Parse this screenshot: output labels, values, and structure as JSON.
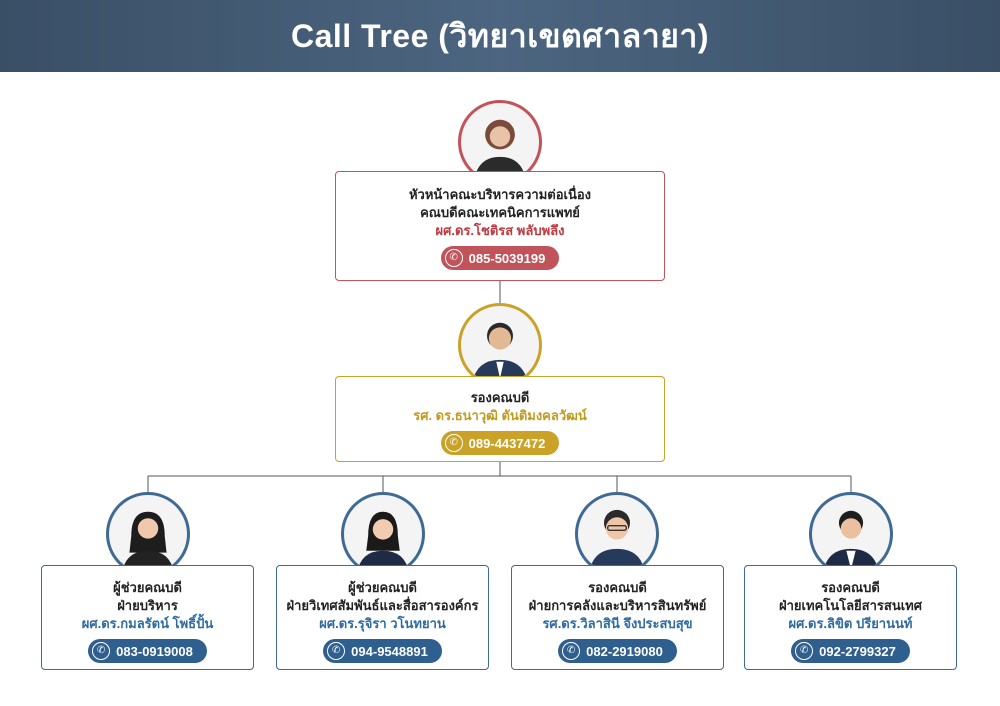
{
  "header": {
    "title": "Call Tree (วิทยาเขตศาลายา)"
  },
  "top": {
    "role_line1": "หัวหน้าคณะบริหารความต่อเนื่อง",
    "role_line2": "คณบดีคณะเทคนิคการแพทย์",
    "name": "ผศ.ดร.โชติรส พลับพลึง",
    "phone": "085-5039199",
    "photo_icon": "person-photo-icon",
    "accent": "#c0545a"
  },
  "middle": {
    "role_line1": "รองคณบดี",
    "name": "รศ. ดร.ธนาวุฒิ ตันติมงคลวัฒน์",
    "phone": "089-4437472",
    "photo_icon": "person-photo-icon",
    "accent": "#c9a227"
  },
  "bottom": [
    {
      "role_line1": "ผู้ช่วยคณบดี",
      "role_line2": "ฝ่ายบริหาร",
      "name": "ผศ.ดร.กมลรัตน์ โพธิ์ปั้น",
      "phone": "083-0919008"
    },
    {
      "role_line1": "ผู้ช่วยคณบดี",
      "role_line2": "ฝ่ายวิเทศสัมพันธ์และสื่อสารองค์กร",
      "name": "ผศ.ดร.รุจิรา วโนทยาน",
      "phone": "094-9548891"
    },
    {
      "role_line1": "รองคณบดี",
      "role_line2": "ฝ่ายการคลังและบริหารสินทรัพย์",
      "name": "รศ.ดร.วิลาสินี  จึงประสบสุข",
      "phone": "082-2919080"
    },
    {
      "role_line1": "รองคณบดี",
      "role_line2": "ฝ่ายเทคโนโลยีสารสนเทศ",
      "name": "ผศ.ดร.ลิขิต ปรียานนท์",
      "phone": "092-2799327"
    }
  ],
  "bottom_accent": "#2f5f8e",
  "phone_icon": "phone-icon"
}
